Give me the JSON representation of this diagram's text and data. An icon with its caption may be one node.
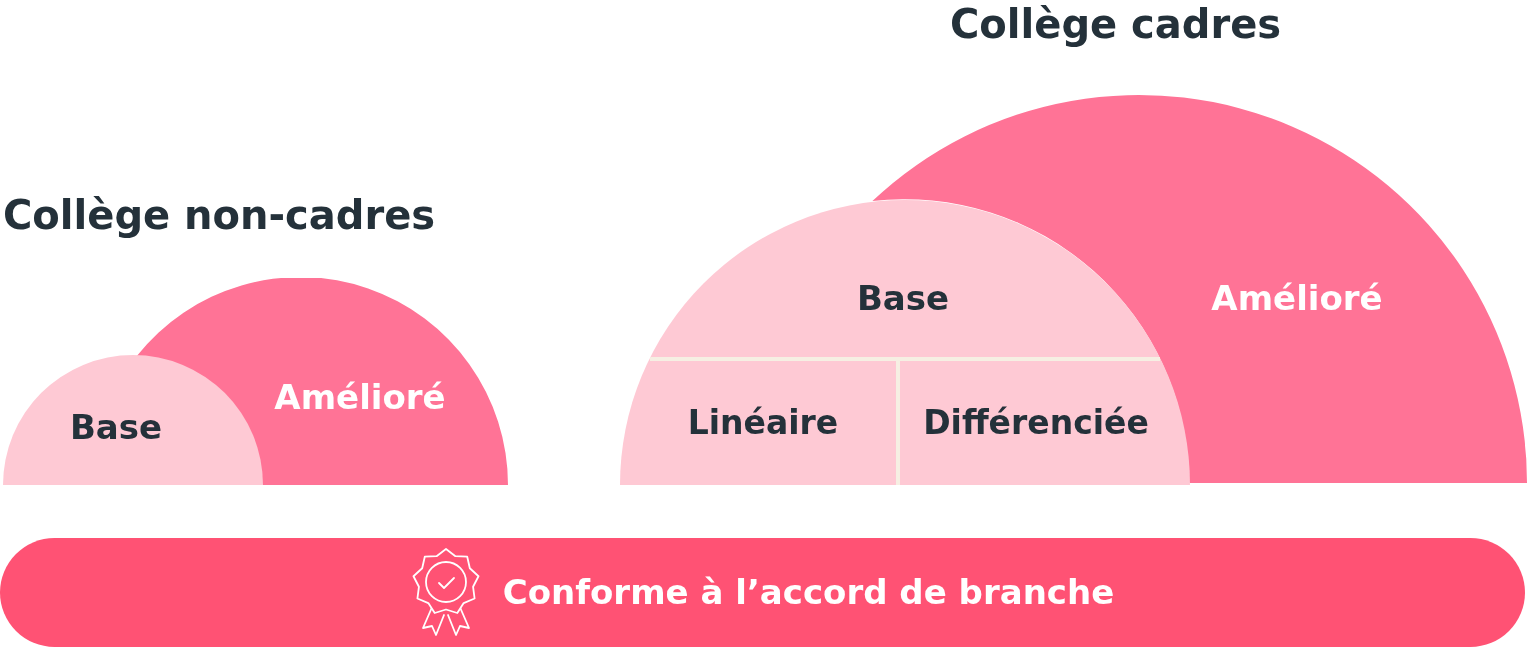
{
  "diagram": {
    "nodes": [
      {
        "text": [
          "Base"
        ]
      },
      {
        "text": [
          "Amélioré"
        ]
      },
      {
        "text": [
          "Base"
        ]
      },
      {
        "text": [
          "Linéaire"
        ],
        "in": 2
      },
      {
        "text": [
          "Différenciée"
        ]
      },
      {
        "text": [
          "Amélioré"
        ]
      },
      {
        "text": [
          "Conforme à l’accord de branche"
        ]
      }
    ],
    "labels": [
      "Collège cadres",
      "Collège non-cadres"
    ]
  }
}
